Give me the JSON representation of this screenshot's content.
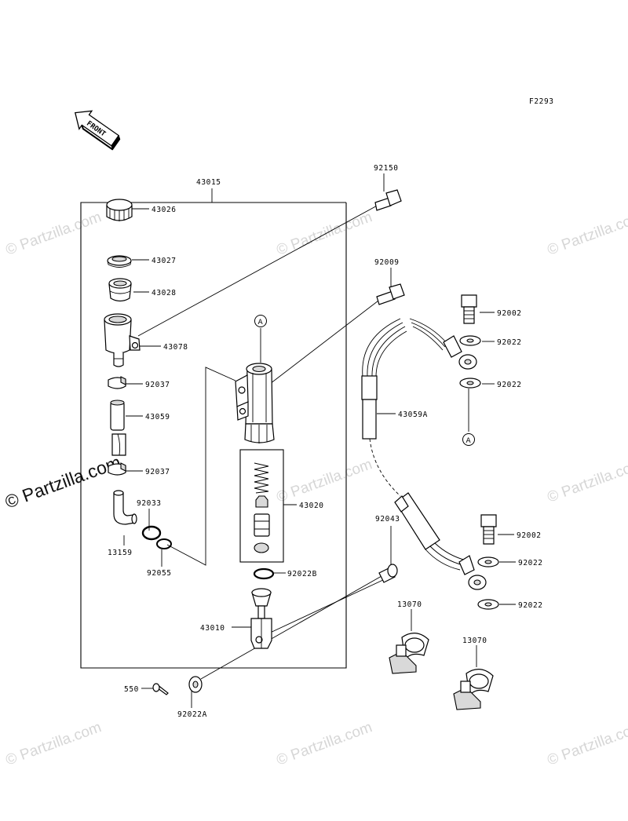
{
  "figure_code": "F2293",
  "front_label": "FRONT",
  "watermark": "© Partzilla.com",
  "callouts": {
    "c43015": "43015",
    "c92150": "92150",
    "c43026": "43026",
    "c43027": "43027",
    "c43028": "43028",
    "c43078": "43078",
    "c92037a": "92037",
    "c43059": "43059",
    "c92037b": "92037",
    "c92033": "92033",
    "c13159": "13159",
    "c92055": "92055",
    "c92009": "92009",
    "c43020": "43020",
    "c92022B": "92022B",
    "c43010": "43010",
    "c92043": "92043",
    "c92002a": "92002",
    "c92022a": "92022",
    "c92022b": "92022",
    "c43059A": "43059A",
    "c92002b": "92002",
    "c92022c": "92022",
    "c92022d": "92022",
    "c13070a": "13070",
    "c13070b": "13070",
    "c550": "550",
    "c92022A": "92022A",
    "markerA1": "A",
    "markerA2": "A"
  }
}
